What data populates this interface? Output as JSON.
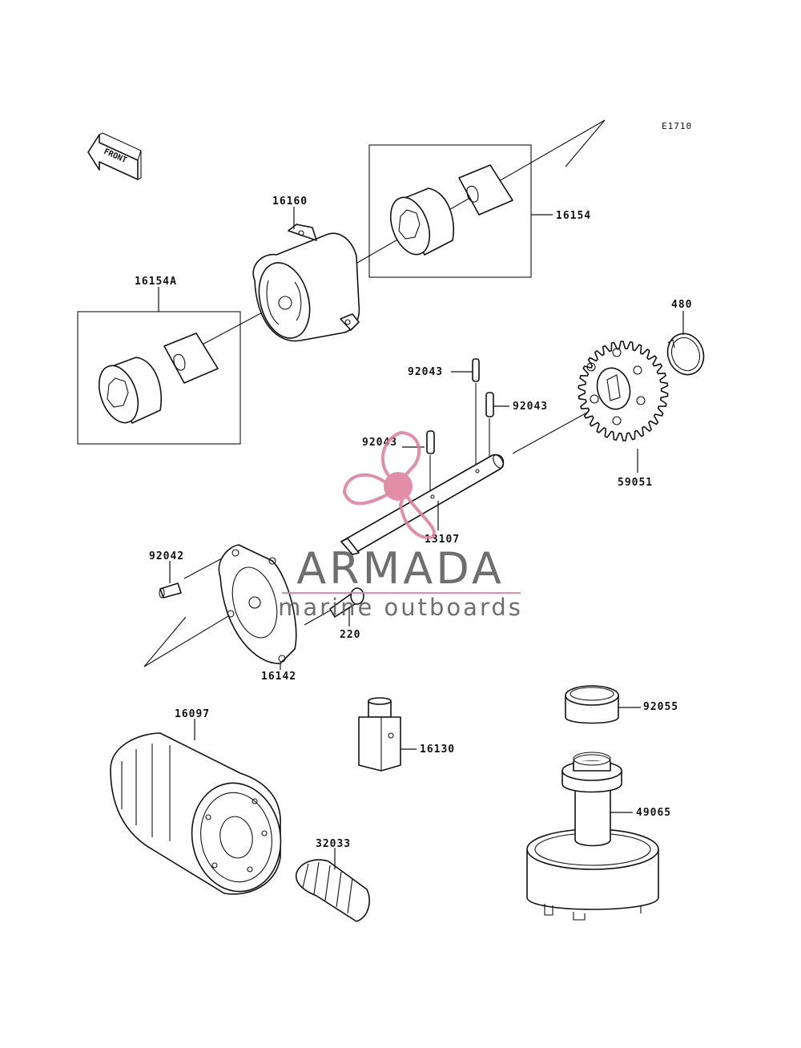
{
  "diagram_code": "E1710",
  "front_label": "FRONT",
  "parts": [
    {
      "id": "16160",
      "label": "16160"
    },
    {
      "id": "16154",
      "label": "16154"
    },
    {
      "id": "16154A",
      "label": "16154A"
    },
    {
      "id": "480",
      "label": "480"
    },
    {
      "id": "92043a",
      "label": "92043"
    },
    {
      "id": "92043b",
      "label": "92043"
    },
    {
      "id": "92043c",
      "label": "92043"
    },
    {
      "id": "59051",
      "label": "59051"
    },
    {
      "id": "13107",
      "label": "13107"
    },
    {
      "id": "92042",
      "label": "92042"
    },
    {
      "id": "220",
      "label": "220"
    },
    {
      "id": "16142",
      "label": "16142"
    },
    {
      "id": "16097",
      "label": "16097"
    },
    {
      "id": "16130",
      "label": "16130"
    },
    {
      "id": "92055",
      "label": "92055"
    },
    {
      "id": "49065",
      "label": "49065"
    },
    {
      "id": "32033",
      "label": "32033"
    }
  ],
  "watermark": {
    "brand": "ARMADA",
    "tagline": "marine outboards",
    "accent_color": "#e07a9a",
    "text_color": "#555555"
  }
}
